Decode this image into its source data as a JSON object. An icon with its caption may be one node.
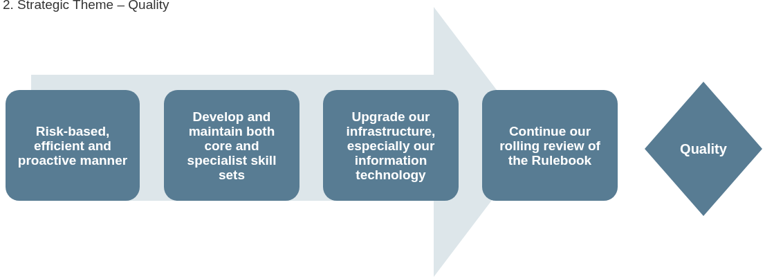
{
  "diagram": {
    "title": "2. Strategic Theme – Quality",
    "nodes": [
      {
        "text": [
          "Risk-based, efficient and proactive manner"
        ]
      },
      {
        "text": [
          "Develop and maintain both core and specialist skill sets"
        ]
      },
      {
        "text": [
          "Upgrade our infrastructure, especially our information technology"
        ]
      },
      {
        "text": [
          "Continue our rolling review of the Rulebook"
        ]
      },
      {
        "text": [
          "Quality"
        ]
      }
    ],
    "edges": [
      {
        "from": 0,
        "to": 3,
        "arrow": "to"
      }
    ]
  }
}
